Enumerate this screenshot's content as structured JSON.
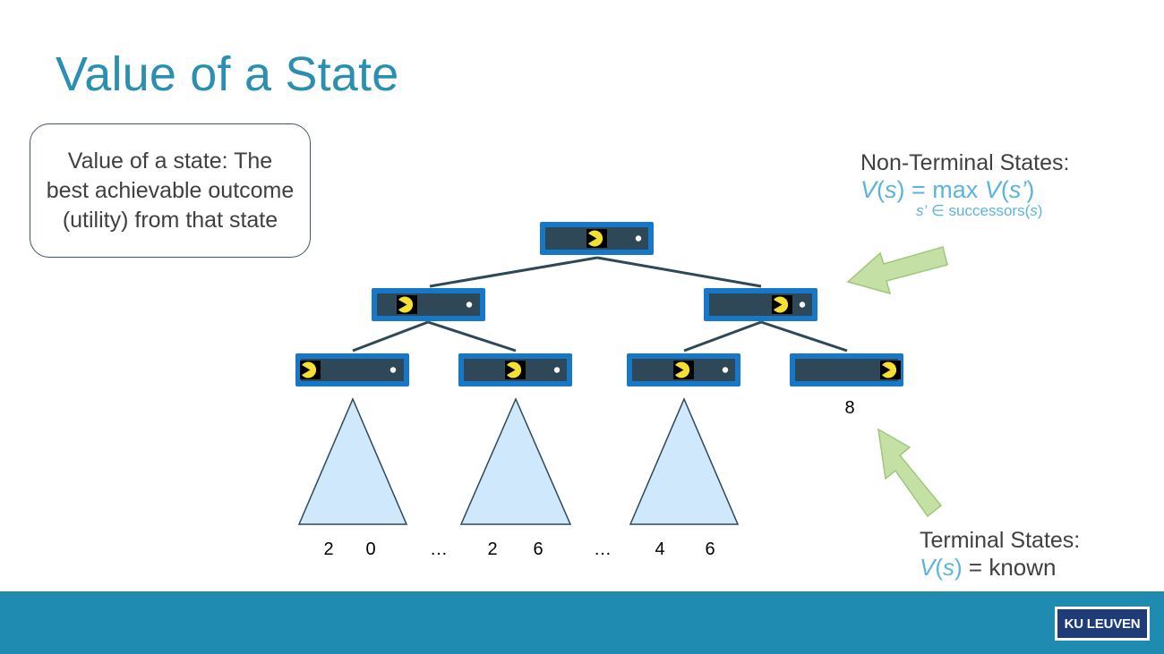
{
  "slide": {
    "title": "Value of a State",
    "definition": "Value of a state: The best achievable outcome (utility) from that state"
  },
  "nonterminal_note": {
    "heading": "Non-Terminal States:",
    "formula_v": "V",
    "formula_s": "s",
    "formula_mid": " = max ",
    "formula_v2": "V",
    "formula_s2": "s’",
    "subscript_s": "s’",
    "subscript_rest": "∈ successors(",
    "subscript_s2": "s",
    "subscript_end": ")"
  },
  "terminal_note": {
    "heading": "Terminal States:",
    "formula_v": "V",
    "formula_s": "s",
    "formula_rest": " = known"
  },
  "tree": {
    "terminal_value": "8",
    "leaf_labels": [
      "2",
      "0",
      "…",
      "2",
      "6",
      "…",
      "4",
      "6"
    ]
  },
  "footer": {
    "logo_text": "KU LEUVEN"
  },
  "colors": {
    "title": "#2a8fb0",
    "footer": "#1f8bb0",
    "formula_blue": "#5bb3e0",
    "arrow_green": "#c5e0a5",
    "triangle_fill": "#cfe8fb",
    "state_frame": "#1878c8",
    "state_inner": "#2f4858",
    "pacman": "#f5e032"
  }
}
